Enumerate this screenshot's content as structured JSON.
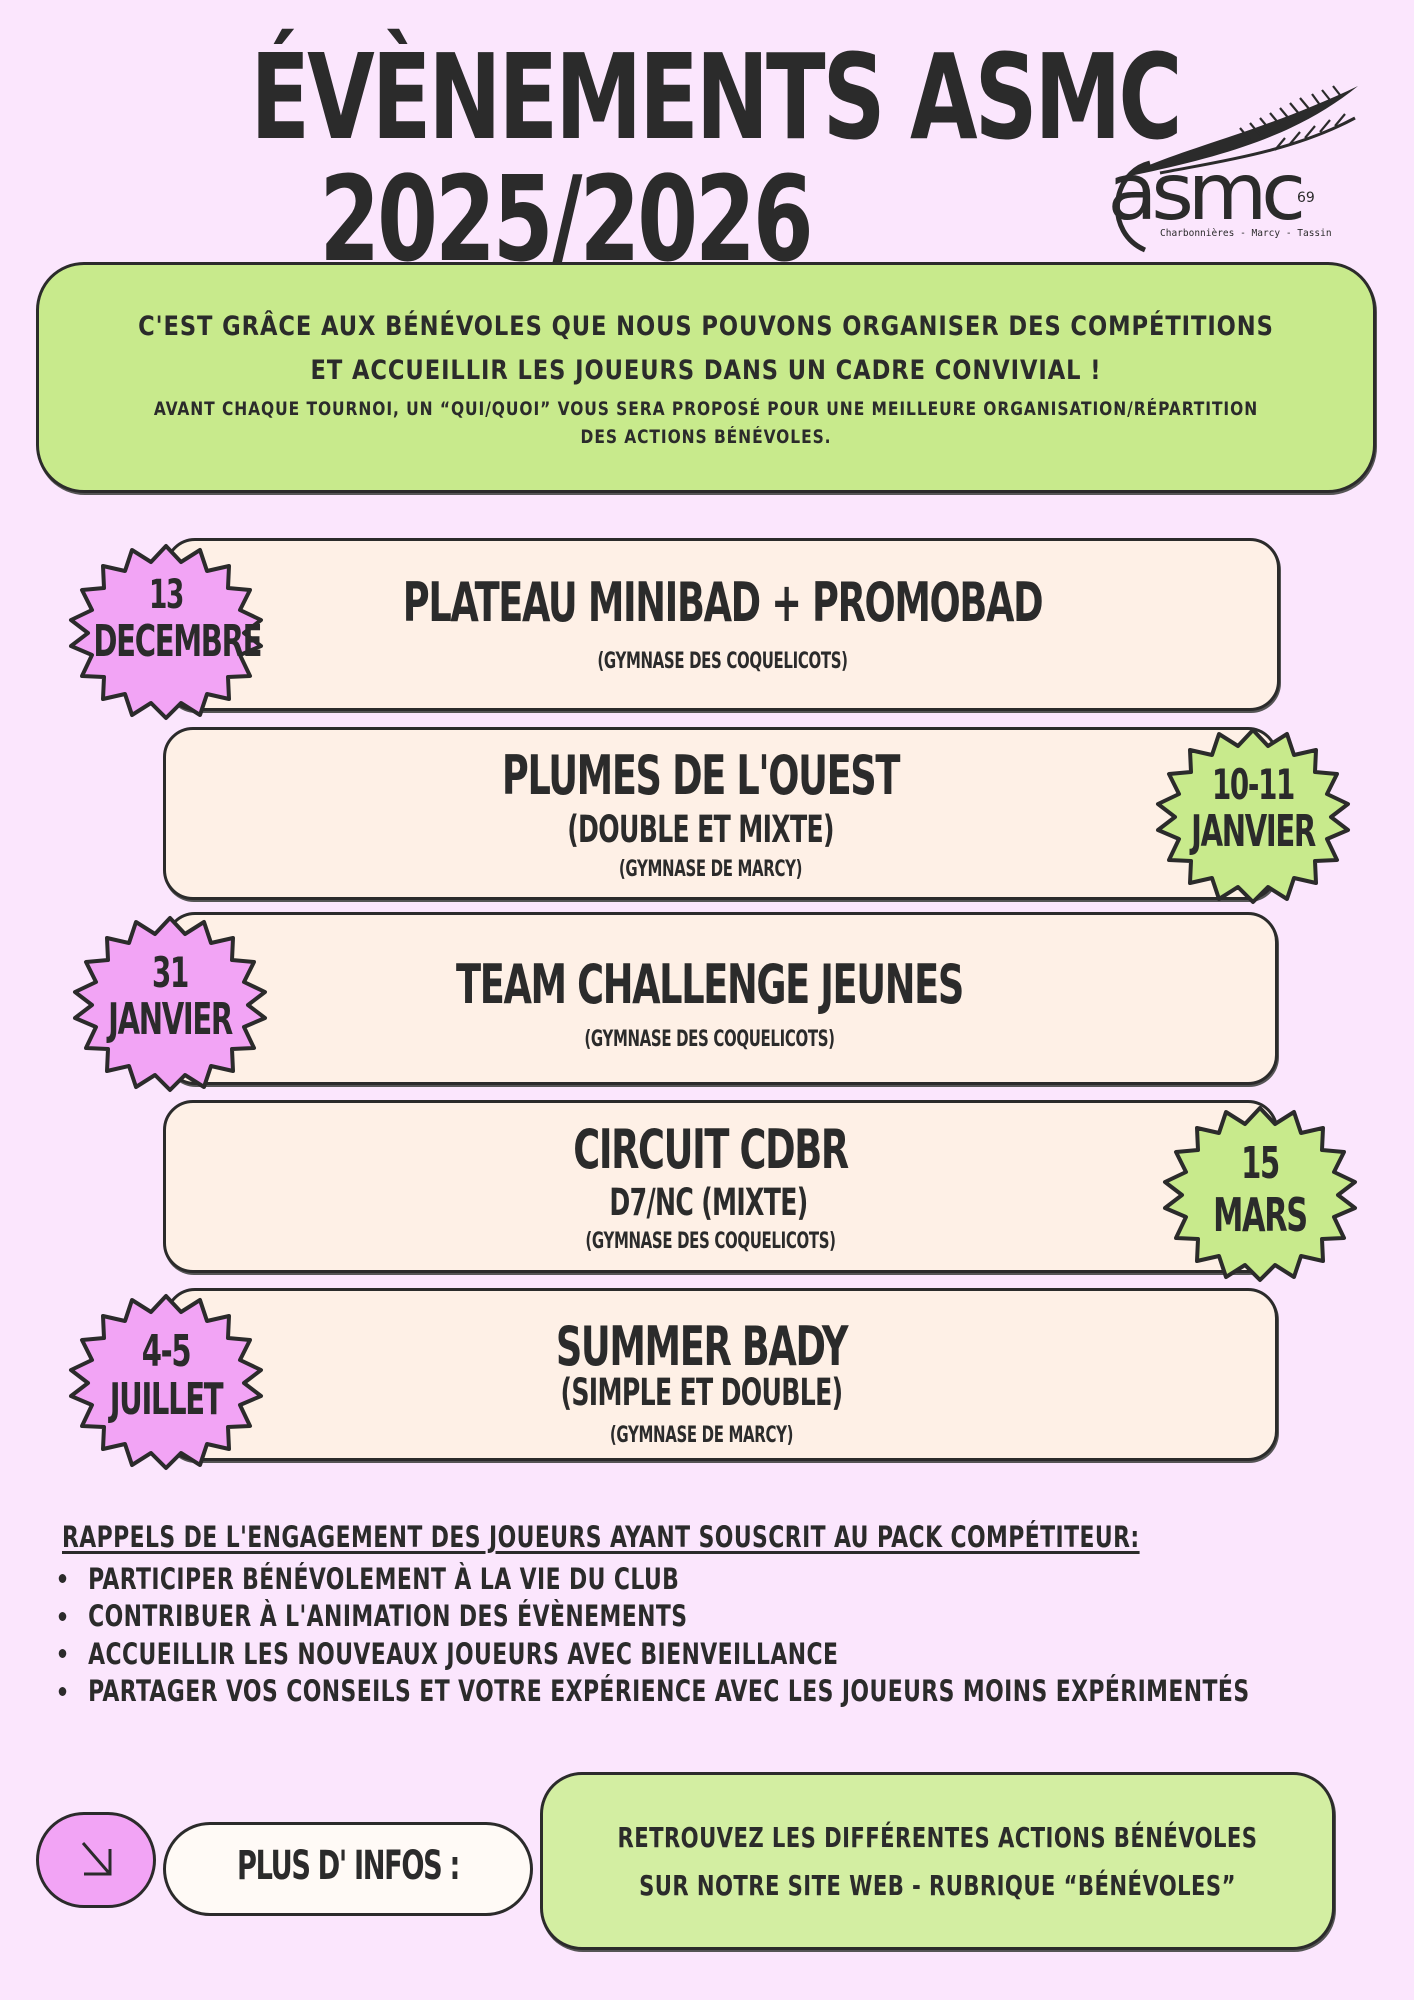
{
  "header": {
    "title_line1": "ÉVÈNEMENTS ASMC",
    "title_line2": "2025/2026",
    "logo": {
      "icon": "feather-icon",
      "name": "asmc",
      "number": "69",
      "subtitle": "Charbonnières - Marcy - Tassin"
    }
  },
  "intro": {
    "line1": "C'EST GRÂCE AUX BÉNÉVOLES QUE NOUS POUVONS ORGANISER DES COMPÉTITIONS",
    "line2": "ET ACCUEILLIR LES JOUEURS DANS UN CADRE CONVIVIAL !",
    "line3": "AVANT CHAQUE TOURNOI, UN “QUI/QUOI” VOUS SERA PROPOSÉ POUR UNE MEILLEURE ORGANISATION/RÉPARTITION",
    "line4": "DES ACTIONS BÉNÉVOLES."
  },
  "events": [
    {
      "title": "PLATEAU MINIBAD + PROMOBAD",
      "subtitle": "",
      "venue": "(GYMNASE DES COQUELICOTS)",
      "date_day": "13",
      "date_month": "DECEMBRE",
      "badge_side": "left",
      "badge_color": "#f2a4f5"
    },
    {
      "title": "PLUMES DE L'OUEST",
      "subtitle": "(DOUBLE ET MIXTE)",
      "venue": "(GYMNASE DE MARCY)",
      "date_day": "10-11",
      "date_month": "JANVIER",
      "badge_side": "right",
      "badge_color": "#c8ea8c"
    },
    {
      "title": "TEAM CHALLENGE JEUNES",
      "subtitle": "",
      "venue": "(GYMNASE DES COQUELICOTS)",
      "date_day": "31",
      "date_month": "JANVIER",
      "badge_side": "left",
      "badge_color": "#f2a4f5"
    },
    {
      "title": "CIRCUIT CDBR",
      "subtitle": "D7/NC (MIXTE)",
      "venue": "(GYMNASE  DES COQUELICOTS)",
      "date_day": "15",
      "date_month": "MARS",
      "badge_side": "right",
      "badge_color": "#c8ea8c"
    },
    {
      "title": "SUMMER BADY",
      "subtitle": "(SIMPLE ET DOUBLE)",
      "venue": "(GYMNASE DE MARCY)",
      "date_day": "4-5",
      "date_month": "JUILLET",
      "badge_side": "left",
      "badge_color": "#f2a4f5"
    }
  ],
  "reminders": {
    "heading": "RAPPELS DE L'ENGAGEMENT DES JOUEURS AYANT SOUSCRIT AU  PACK COMPÉTITEUR:",
    "items": [
      "PARTICIPER BÉNÉVOLEMENT À LA VIE DU CLUB",
      "CONTRIBUER À L'ANIMATION DES ÉVÈNEMENTS",
      "ACCUEILLIR LES NOUVEAUX JOUEURS AVEC BIENVEILLANCE",
      "PARTAGER VOS CONSEILS ET VOTRE EXPÉRIENCE AVEC LES JOUEURS MOINS EXPÉRIMENTÉS"
    ]
  },
  "footer": {
    "arrow_icon": "arrow-down-right-icon",
    "more_info_label": "PLUS D' INFOS :",
    "info_line1": "RETROUVEZ LES DIFFÉRENTES ACTIONS BÉNÉVOLES",
    "info_line2": "SUR NOTRE SITE WEB - RUBRIQUE “BÉNÉVOLES”"
  },
  "colors": {
    "background": "#fbe6fd",
    "green": "#c8ea8c",
    "pink": "#f2a4f5",
    "card": "#fef0e6",
    "ink": "#2b2b2b"
  }
}
